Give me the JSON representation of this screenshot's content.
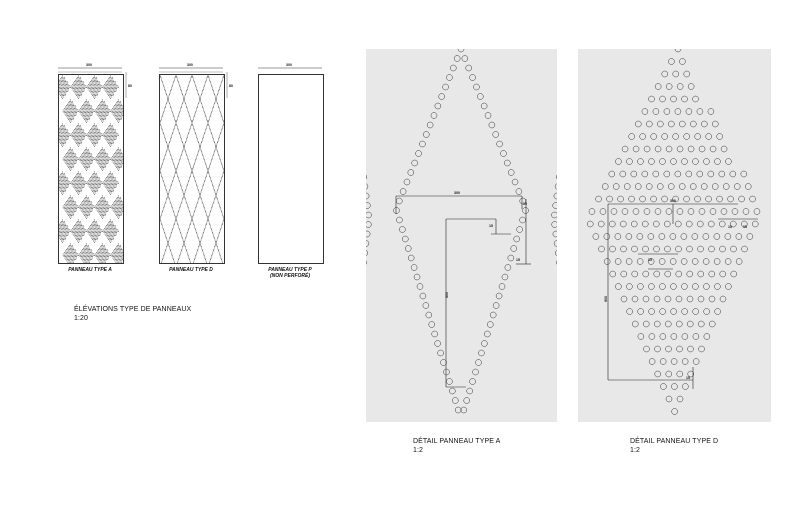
{
  "elevations": {
    "panel_a": {
      "caption": "PANNEAU  TYPE A",
      "width_dim": "300",
      "height_dim": "80"
    },
    "panel_d": {
      "caption": "PANNEAU  TYPE D",
      "width_dim": "300",
      "height_dim": "80"
    },
    "panel_p": {
      "caption_line1": "PANNEAU  TYPE P",
      "caption_line2": "(NON PERFORÉ)",
      "width_dim": "300"
    },
    "title": "ÉLÉVATIONS TYPE DE PANNEAUX",
    "scale": "1:20"
  },
  "detail_a": {
    "title": "DÉTAIL PANNEAU TYPE A",
    "scale": "1:2",
    "dims": {
      "horizontal": "300",
      "vertical": "600",
      "small1": "15",
      "small2": "15",
      "small3": "15"
    }
  },
  "detail_d": {
    "title": "DÉTAIL PANNEAU TYPE D",
    "scale": "1:2",
    "dims": {
      "horizontal": "300",
      "vertical": "600",
      "small1": "15",
      "small2": "15",
      "small3": "15",
      "small4": "15"
    }
  },
  "colors": {
    "line": "#333333",
    "detail_bg": "#e8e8e8",
    "paper": "#ffffff"
  }
}
